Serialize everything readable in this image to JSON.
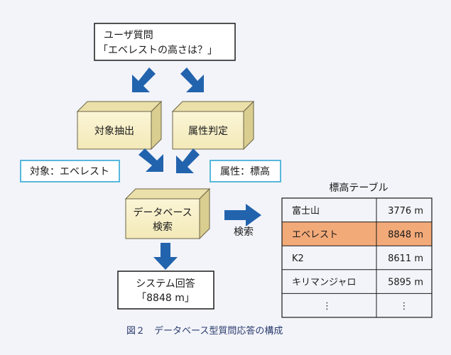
{
  "diagram": {
    "user_query": {
      "line1": "ユーザ質問",
      "line2": "「エベレストの高さは？」"
    },
    "extract_object": "対象抽出",
    "judge_attribute": "属性判定",
    "object_tag": "対象：エベレスト",
    "attribute_tag": "属性：標高",
    "db_search": {
      "line1": "データベース",
      "line2": "検索"
    },
    "search_label": "検索",
    "system_answer": {
      "line1": "システム回答",
      "line2": "「8848 m」"
    },
    "table": {
      "title": "標高テーブル",
      "rows": [
        {
          "name": "富士山",
          "height": "3776 m",
          "highlight": false
        },
        {
          "name": "エベレスト",
          "height": "8848 m",
          "highlight": true
        },
        {
          "name": "K2",
          "height": "8611 m",
          "highlight": false
        },
        {
          "name": "キリマンジャロ",
          "height": "5895 m",
          "highlight": false
        },
        {
          "name": "⋮",
          "height": "⋮",
          "highlight": false
        }
      ]
    },
    "caption": "図２　データベース型質問応答の構成",
    "colors": {
      "background": "#f3f4f9",
      "cube_face": "#f9f2c9",
      "cube_top": "#ebe0a9",
      "cube_side": "#d9cd8f",
      "arrow": "#2263ad",
      "tag_border": "#58b7dc",
      "highlight_row": "#f3aa79",
      "caption": "#2a3b6e"
    }
  }
}
